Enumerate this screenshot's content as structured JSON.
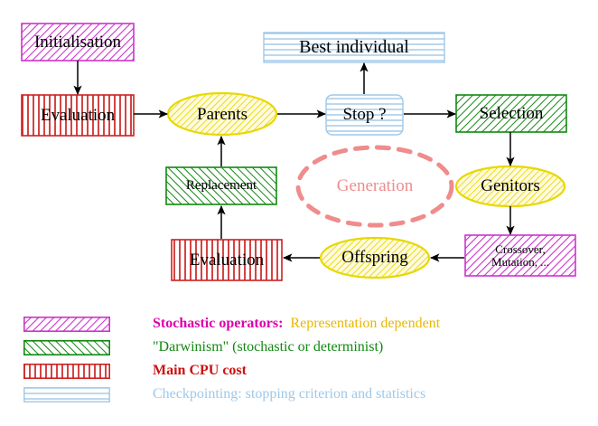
{
  "diagram": {
    "title": "Evolutionary algorithm cycle",
    "nodes": [
      {
        "id": "initialisation",
        "label": "Initialisation",
        "shape": "rect",
        "fill_pattern": "diagonal-forward",
        "color": "#cc33cc"
      },
      {
        "id": "evaluation_top",
        "label": "Evaluation",
        "shape": "rect",
        "fill_pattern": "vertical",
        "color": "#cc2222"
      },
      {
        "id": "parents",
        "label": "Parents",
        "shape": "ellipse",
        "fill_pattern": "diagonal-forward",
        "color": "#e8d800"
      },
      {
        "id": "best_individual",
        "label": "Best individual",
        "shape": "rect",
        "fill_pattern": "horizontal",
        "color": "#9fc8e8"
      },
      {
        "id": "stop",
        "label": "Stop ?",
        "shape": "round-rect",
        "fill_pattern": "horizontal",
        "color": "#9fc8e8"
      },
      {
        "id": "selection",
        "label": "Selection",
        "shape": "rect",
        "fill_pattern": "diagonal-forward",
        "color": "#118811"
      },
      {
        "id": "genitors",
        "label": "Genitors",
        "shape": "ellipse",
        "fill_pattern": "diagonal-forward",
        "color": "#e8d800"
      },
      {
        "id": "crossover",
        "label": "Crossover,\nMutation, ...",
        "shape": "rect",
        "fill_pattern": "diagonal-forward",
        "color": "#cc33cc"
      },
      {
        "id": "offspring",
        "label": "Offspring",
        "shape": "ellipse",
        "fill_pattern": "diagonal-forward",
        "color": "#e8d800"
      },
      {
        "id": "evaluation_bottom",
        "label": "Evaluation",
        "shape": "rect",
        "fill_pattern": "vertical",
        "color": "#cc2222"
      },
      {
        "id": "replacement",
        "label": "Replacement",
        "shape": "rect",
        "fill_pattern": "diagonal-back",
        "color": "#118811"
      },
      {
        "id": "generation",
        "label": "Generation",
        "shape": "dashed-ellipse",
        "fill_pattern": "none",
        "color": "#ef8c8c"
      }
    ],
    "edges": [
      {
        "from": "initialisation",
        "to": "evaluation_top",
        "direction": "down"
      },
      {
        "from": "evaluation_top",
        "to": "parents",
        "direction": "right"
      },
      {
        "from": "parents",
        "to": "stop",
        "direction": "right"
      },
      {
        "from": "stop",
        "to": "best_individual",
        "direction": "up"
      },
      {
        "from": "stop",
        "to": "selection",
        "direction": "right"
      },
      {
        "from": "selection",
        "to": "genitors",
        "direction": "down"
      },
      {
        "from": "genitors",
        "to": "crossover",
        "direction": "down"
      },
      {
        "from": "crossover",
        "to": "offspring",
        "direction": "left"
      },
      {
        "from": "offspring",
        "to": "evaluation_bottom",
        "direction": "left"
      },
      {
        "from": "evaluation_bottom",
        "to": "replacement",
        "direction": "up"
      },
      {
        "from": "replacement",
        "to": "parents",
        "direction": "up"
      }
    ]
  },
  "legend": {
    "rows": [
      {
        "swatch": "diagonal-forward",
        "swatch_color": "#cc33cc",
        "text_a": "Stochastic operators:",
        "text_a_color": "#dd00aa",
        "text_b": "  Representation dependent",
        "text_b_color": "#e8b800"
      },
      {
        "swatch": "diagonal-back",
        "swatch_color": "#118811",
        "text_a": "\"Darwinism\" (stochastic or determinist)",
        "text_a_color": "#118811",
        "text_b": "",
        "text_b_color": "#118811"
      },
      {
        "swatch": "vertical",
        "swatch_color": "#cc2222",
        "text_a": "Main CPU cost",
        "text_a_color": "#cc1111",
        "text_b": "",
        "text_b_color": "#cc1111"
      },
      {
        "swatch": "horizontal",
        "swatch_color": "#9fc8e8",
        "text_a": "Checkpointing: stopping criterion and statistics",
        "text_a_color": "#9fc8e8",
        "text_b": "",
        "text_b_color": "#9fc8e8"
      }
    ]
  },
  "colors": {
    "magenta": "#cc33cc",
    "red": "#cc2222",
    "green": "#118811",
    "yellow": "#e8d800",
    "lightblue": "#9fc8e8",
    "salmon": "#ef8c8c",
    "arrow": "#000000",
    "background": "#ffffff"
  }
}
